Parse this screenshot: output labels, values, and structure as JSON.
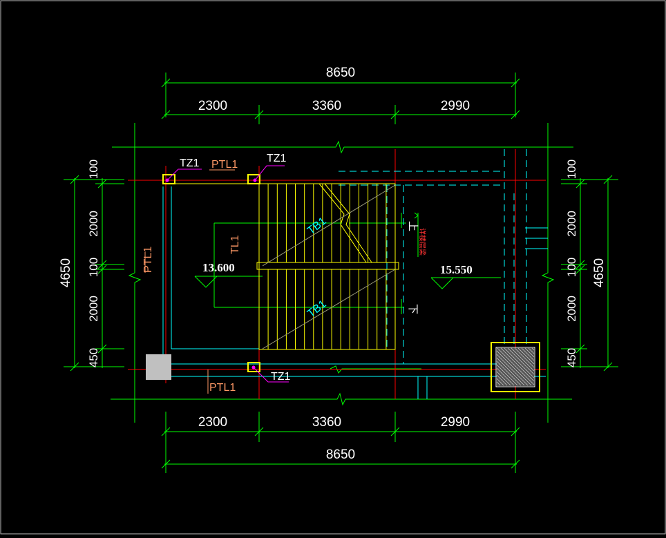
{
  "dimensions": {
    "total_top": "8650",
    "total_bottom": "8650",
    "segments_top": [
      "2300",
      "3360",
      "2990"
    ],
    "segments_bottom": [
      "2300",
      "3360",
      "2990"
    ],
    "left_total": "4650",
    "left_segments": [
      "100",
      "2000",
      "100",
      "2000",
      "450"
    ],
    "right_total": "4650",
    "right_segments": [
      "100",
      "2000",
      "100",
      "2000",
      "450"
    ]
  },
  "labels": {
    "tz1_top_left": "TZ1",
    "tz1_top_mid": "TZ1",
    "tz1_bottom": "TZ1",
    "ptl1_top": "PTL1",
    "ptl1_left": "PTL1",
    "ptl1_bottom": "PTL1",
    "tl1": "TL1",
    "tb1_upper": "TB1",
    "tb1_lower": "TB1",
    "up": "上",
    "down": "下",
    "note": "详楼层梁"
  },
  "levels": {
    "left": "13.600",
    "right": "15.550"
  },
  "colors": {
    "background": "#000000",
    "dim_green": "#00ff00",
    "axis_red": "#ff0000",
    "wall_cyan": "#00ffff",
    "stair_yellow": "#ffff00",
    "marker_magenta": "#ff00ff",
    "beam_orange": "#ff9966"
  }
}
